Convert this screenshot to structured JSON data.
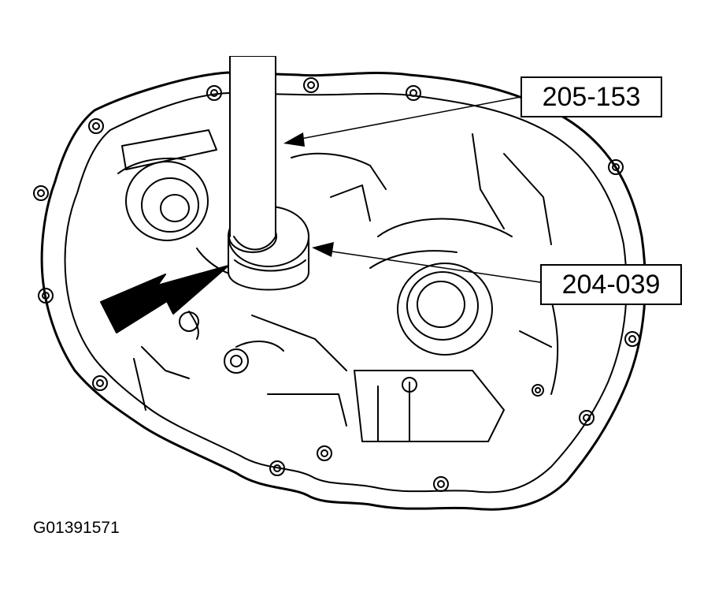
{
  "callouts": {
    "tool_205": "205-153",
    "tool_204": "204-039"
  },
  "figure_id": "G01391571",
  "colors": {
    "ink": "#000000",
    "paper": "#ffffff"
  }
}
